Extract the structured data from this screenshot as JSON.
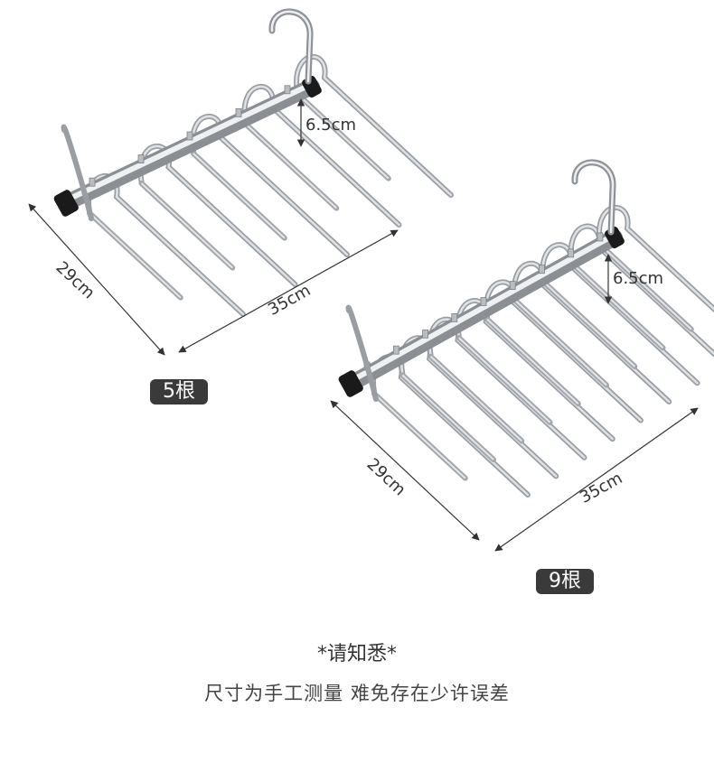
{
  "dimensions": {
    "depth": "29cm",
    "width": "35cm",
    "height": "6.5cm"
  },
  "products": [
    {
      "label": "5根",
      "rod_count": 5
    },
    {
      "label": "9根",
      "rod_count": 9
    }
  ],
  "notice": {
    "title": "*请知悉*",
    "text": "尺寸为手工测量 难免存在少许误差"
  },
  "colors": {
    "background": "#ffffff",
    "badge_bg": "#3a3a3a",
    "badge_text": "#ffffff",
    "metal": "#b8bcc0",
    "end_cap": "#1a1a1a",
    "dimension_line": "#333333"
  }
}
